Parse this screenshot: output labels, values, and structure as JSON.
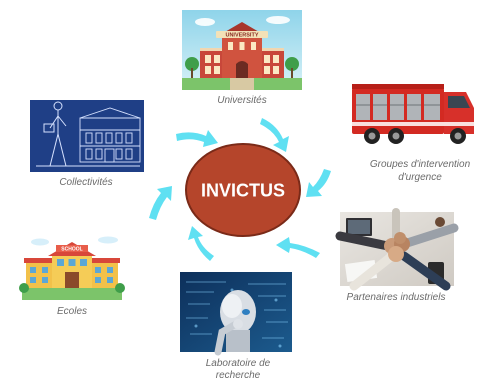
{
  "center": {
    "label": "INVICTUS",
    "fill": "#b5452b",
    "stroke": "#7a2a18"
  },
  "arrow_color": "#5fe0f2",
  "nodes": {
    "universites": {
      "caption": "Universités",
      "sign": "UNIVERSITY",
      "icon": "university-building-icon"
    },
    "groupes": {
      "caption_line1": "Groupes d'intervention",
      "caption_line2": "d'urgence",
      "icon": "fire-truck-icon"
    },
    "partenaires": {
      "caption": "Partenaires industriels",
      "icon": "handshake-teamwork-icon"
    },
    "laboratoire": {
      "caption_line1": "Laboratoire de",
      "caption_line2": "recherche",
      "icon": "robot-thinking-icon"
    },
    "ecoles": {
      "caption": "Ecoles",
      "sign": "SCHOOL",
      "icon": "school-building-icon"
    },
    "collectivites": {
      "caption": "Collectivités",
      "icon": "city-hall-blueprint-icon"
    }
  }
}
